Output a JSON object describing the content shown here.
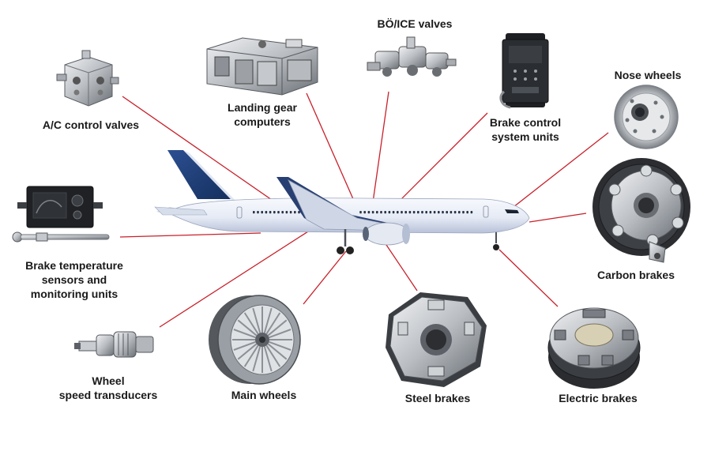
{
  "colors": {
    "leader_line": "#c8202a",
    "fuselage": "#e9edf6",
    "fuselage_shade": "#b9c3d9",
    "tail_blue": "#1f3f7a",
    "metal_light": "#d3d6da",
    "metal_dark": "#5a5e63",
    "text": "#1a1a1a"
  },
  "aircraft": {
    "icon": "airliner-icon"
  },
  "components": [
    {
      "id": "ac-control-valves",
      "label": [
        "A/C control valves"
      ],
      "icon": "valve-block-icon"
    },
    {
      "id": "landing-gear-computers",
      "label": [
        "Landing gear",
        "computers"
      ],
      "icon": "computer-module-icon"
    },
    {
      "id": "boice-valves",
      "label": [
        "BÖ/ICE valves"
      ],
      "icon": "valve-assembly-icon"
    },
    {
      "id": "brake-control-units",
      "label": [
        "Brake control",
        "system units"
      ],
      "icon": "control-box-icon"
    },
    {
      "id": "nose-wheels",
      "label": [
        "Nose wheels"
      ],
      "icon": "nose-wheel-icon"
    },
    {
      "id": "carbon-brakes",
      "label": [
        "Carbon brakes"
      ],
      "icon": "carbon-brake-icon"
    },
    {
      "id": "electric-brakes",
      "label": [
        "Electric brakes"
      ],
      "icon": "electric-brake-icon"
    },
    {
      "id": "steel-brakes",
      "label": [
        "Steel brakes"
      ],
      "icon": "steel-brake-icon"
    },
    {
      "id": "main-wheels",
      "label": [
        "Main wheels"
      ],
      "icon": "main-wheel-icon"
    },
    {
      "id": "wheel-speed-transducers",
      "label": [
        "Wheel",
        "speed transducers"
      ],
      "icon": "transducer-icon"
    },
    {
      "id": "brake-temp-sensors",
      "label": [
        "Brake temperature",
        "sensors and",
        "monitoring units"
      ],
      "icon": "temperature-monitor-icon"
    }
  ]
}
